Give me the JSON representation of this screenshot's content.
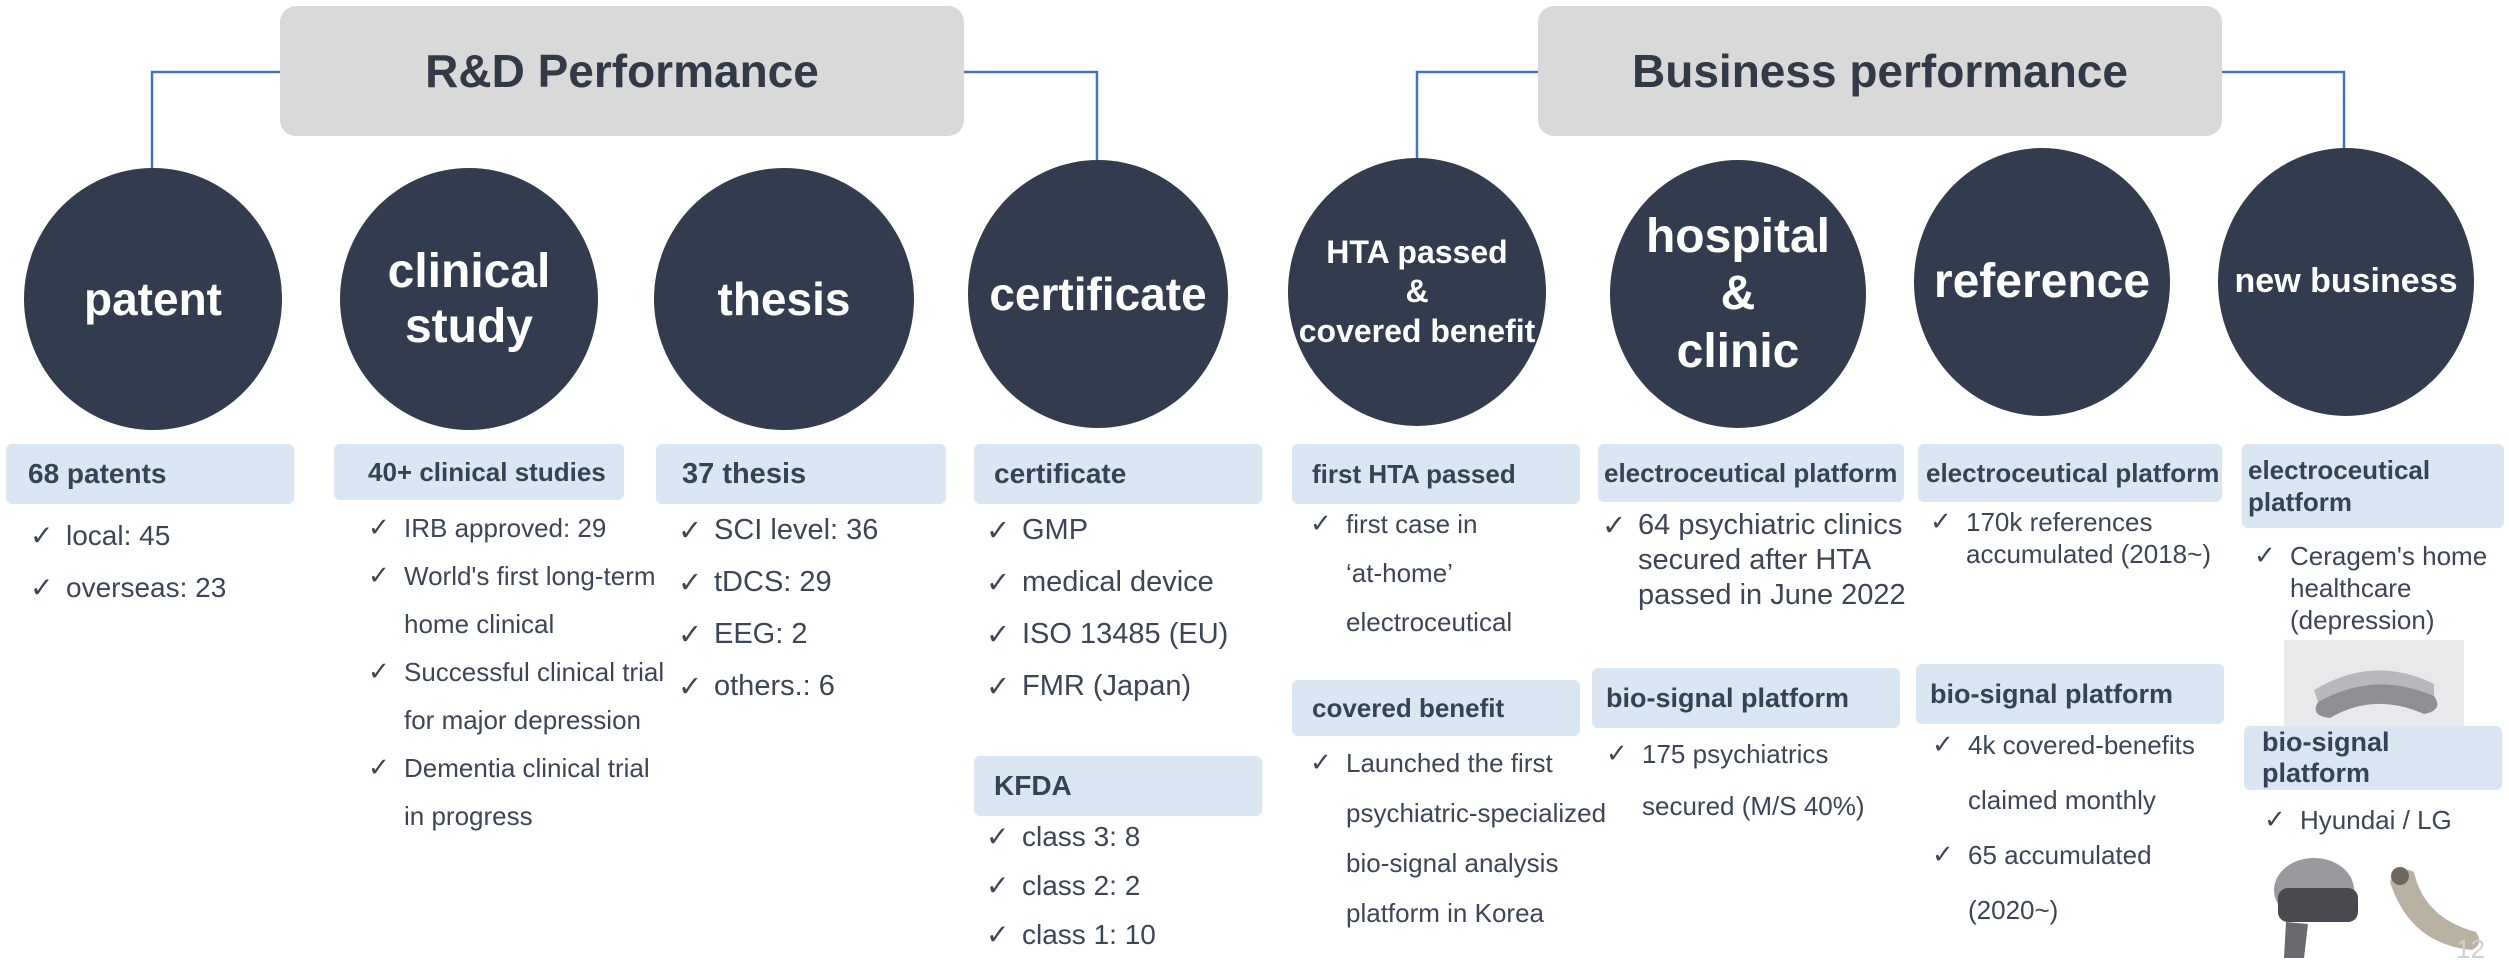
{
  "headers": {
    "rd": "R&D Performance",
    "business": "Business performance"
  },
  "circles": {
    "patent": "patent",
    "clinical": "clinical\nstudy",
    "thesis": "thesis",
    "certificate": "certificate",
    "hta": "HTA passed\n&\ncovered benefit",
    "hospital": "hospital\n&\nclinic",
    "reference": "reference",
    "newbiz": "new business"
  },
  "labels": {
    "patent": "68 patents",
    "clinical": "40+ clinical studies",
    "thesis": "37 thesis",
    "certificate": "certificate",
    "kfda": "KFDA",
    "hta_first": "first HTA passed",
    "hta_covered": "covered benefit",
    "hosp_electro": "electroceutical platform",
    "hosp_bio": "bio-signal platform",
    "ref_electro": "electroceutical platform",
    "ref_bio": "bio-signal platform",
    "new_electro": "electroceutical\nplatform",
    "new_bio": "bio-signal platform"
  },
  "bullets": {
    "patent": [
      "local: 45",
      "overseas: 23"
    ],
    "clinical": [
      "IRB approved: 29",
      "World's first long-term\nhome clinical",
      "Successful clinical trial\nfor major depression",
      "Dementia clinical trial\n in progress"
    ],
    "thesis": [
      "SCI level: 36",
      "tDCS: 29",
      "EEG: 2",
      "others.: 6"
    ],
    "certificate": [
      "GMP",
      "medical device",
      "ISO 13485 (EU)",
      "FMR (Japan)"
    ],
    "kfda": [
      "class 3: 8",
      "class 2: 2",
      "class 1: 10"
    ],
    "hta_first": [
      "first case in\n‘at-home’\nelectroceutical"
    ],
    "hta_covered": [
      "Launched the first\npsychiatric-specialized\nbio-signal analysis\nplatform in Korea"
    ],
    "hosp_electro": [
      "64 psychiatric clinics\nsecured after HTA\npassed in June 2022"
    ],
    "hosp_bio": [
      "175 psychiatrics\nsecured (M/S 40%)"
    ],
    "ref_electro": [
      "170k references\naccumulated (2018~)"
    ],
    "ref_bio": [
      "4k covered-benefits\nclaimed monthly",
      "65 accumulated\n(2020~)"
    ],
    "new_electro": [
      "Ceragem's home\nhealthcare\n(depression)"
    ],
    "new_bio": [
      "Hyundai / LG"
    ]
  },
  "check_symbol": "✓",
  "page_number": "12",
  "colors": {
    "circle": "#323c4e",
    "header_box": "#d9d9d9",
    "label_box": "#dbe6f3",
    "connector": "#4472c4"
  }
}
